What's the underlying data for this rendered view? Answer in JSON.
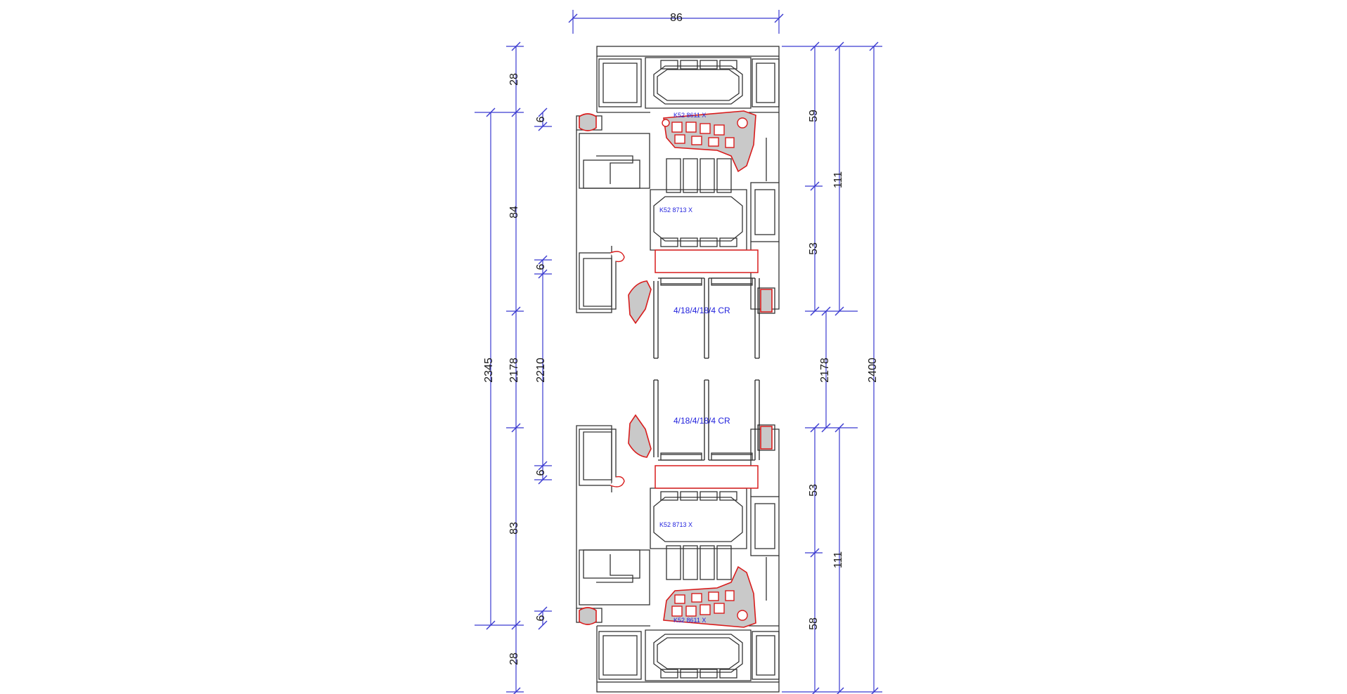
{
  "drawing": {
    "dimensions": {
      "top_width": "86",
      "left_outer_total": "2345",
      "left_top_28": "28",
      "left_top_6": "6",
      "left_84": "84",
      "left_mid_6": "6",
      "left_2178": "2178",
      "left_2210": "2210",
      "left_bottom_6a": "6",
      "left_83": "83",
      "left_bottom_6b": "6",
      "left_bottom_28": "28",
      "right_59": "59",
      "right_111_top": "111",
      "right_53_top": "53",
      "right_2178": "2178",
      "right_2400": "2400",
      "right_53_bottom": "53",
      "right_111_bottom": "111",
      "right_58": "58"
    },
    "labels": {
      "profile_top_1": "K52 8611 X",
      "profile_top_2": "K52 8713 X",
      "glass_top": "4/18/4/18/4 CR",
      "glass_bottom": "4/18/4/18/4 CR",
      "profile_bottom_2": "K52 8713 X",
      "profile_bottom_1": "K52 8611 X"
    }
  }
}
